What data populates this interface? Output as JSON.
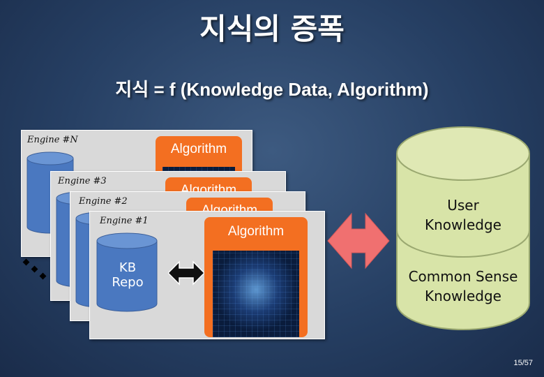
{
  "title": "지식의 증폭",
  "formula": "지식 = f (Knowledge Data, Algorithm)",
  "engines": [
    {
      "label": "Engine #N",
      "algorithm": "Algorithm"
    },
    {
      "label": "Engine #3",
      "algorithm": "Algorithm"
    },
    {
      "label": "Engine #2",
      "algorithm": "Algorithm"
    },
    {
      "label": "Engine #1",
      "algorithm": "Algorithm"
    }
  ],
  "kb_repo": "KB\nRepo",
  "kb_repo_line1": "KB",
  "kb_repo_line2": "Repo",
  "user_knowledge_line1": "User",
  "user_knowledge_line2": "Knowledge",
  "common_sense_line1": "Common Sense",
  "common_sense_line2": "Knowledge",
  "page_number": "15/57",
  "colors": {
    "algorithm_box": "#f36f21",
    "cylinder_blue": "#4a78c0",
    "knowledge_cylinder": "#d8e4a8",
    "double_arrow": "#f07070"
  }
}
